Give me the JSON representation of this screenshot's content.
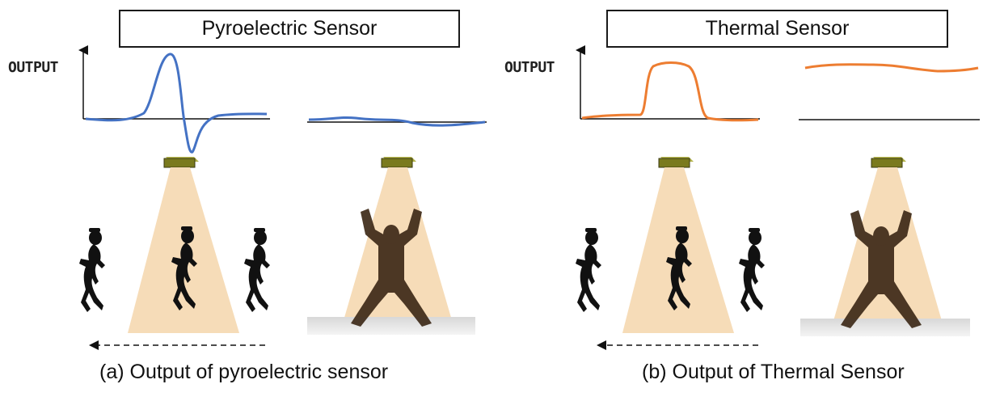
{
  "panels": [
    {
      "title": "Pyroelectric Sensor",
      "axis_label": "OUTPUT",
      "caption": "(a) Output of pyroelectric sensor",
      "signal_color": "#4472c4"
    },
    {
      "title": "Thermal Sensor",
      "axis_label": "OUTPUT",
      "caption": "(b) Output of Thermal Sensor",
      "signal_color": "#ed7d31"
    }
  ],
  "colors": {
    "sensor_fill": "#7a7a1e",
    "beam_fill": "#f6dcb8",
    "silhouette": "#111111",
    "standing_silhouette": "#3a2614"
  }
}
